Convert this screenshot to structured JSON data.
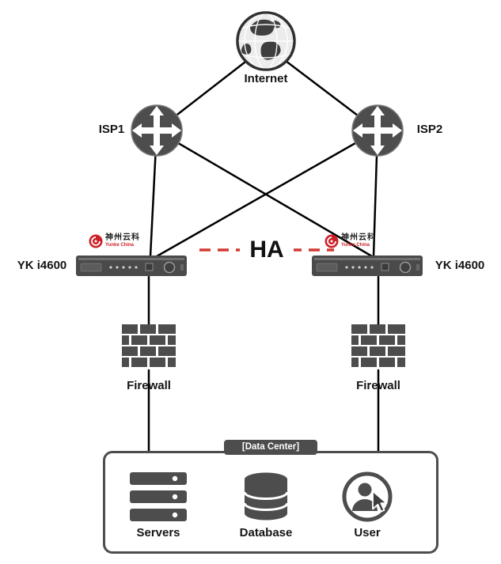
{
  "diagram": {
    "type": "network-topology",
    "nodes": {
      "internet": {
        "label": "Internet"
      },
      "isp1": {
        "label": "ISP1"
      },
      "isp2": {
        "label": "ISP2"
      },
      "lb_left": {
        "label": "YK i4600",
        "logo_cn": "神州云科",
        "logo_en": "Yunke China"
      },
      "lb_right": {
        "label": "YK i4600",
        "logo_cn": "神州云科",
        "logo_en": "Yunke China"
      },
      "ha_link": {
        "label": "HA"
      },
      "firewall_left": {
        "label": "Firewall"
      },
      "firewall_right": {
        "label": "Firewall"
      },
      "datacenter": {
        "label": "[Data Center]"
      },
      "servers": {
        "label": "Servers"
      },
      "database": {
        "label": "Database"
      },
      "user": {
        "label": "User"
      }
    },
    "edges": [
      "internet-isp1",
      "internet-isp2",
      "isp1-lb_left",
      "isp1-lb_right",
      "isp2-lb_left",
      "isp2-lb_right",
      "lb_left-firewall_left",
      "lb_right-firewall_right",
      "firewall_left-datacenter",
      "firewall_right-datacenter",
      "lb_left-lb_right (HA, dashed)"
    ],
    "colors": {
      "icon_gray": "#4d4d4d",
      "line_black": "#000000",
      "ha_red": "#d23a32",
      "logo_red": "#cc2027",
      "badge_bg": "#4d4d4d"
    }
  }
}
